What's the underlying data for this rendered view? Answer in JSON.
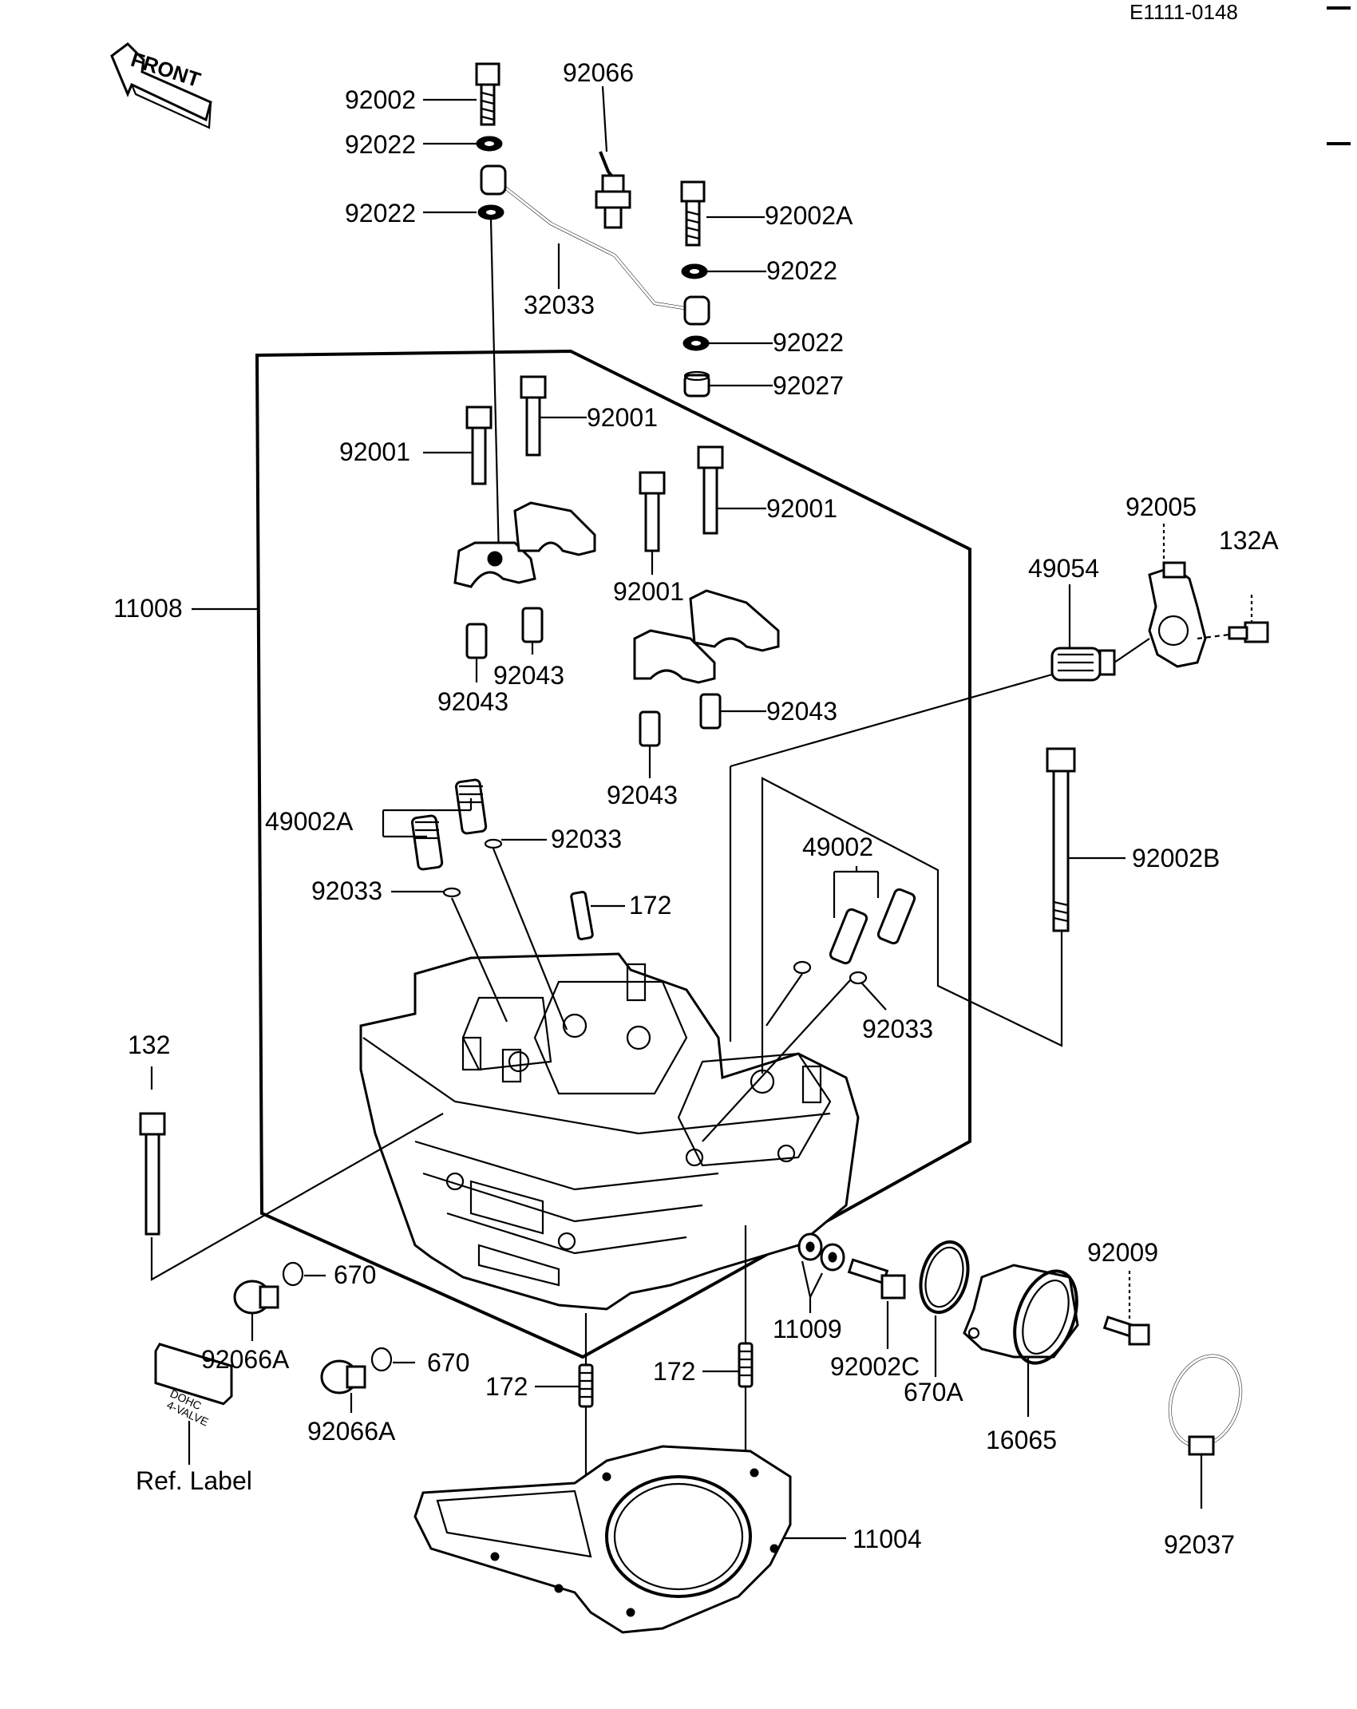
{
  "diagram_code": "E1111-0148",
  "front_text": "FRONT",
  "label_plate_text": [
    "DOHC",
    "4-VALVE"
  ],
  "labels": {
    "p92002": "92002",
    "p92066": "92066",
    "p92022_a": "92022",
    "p92022_b": "92022",
    "p92002A": "92002A",
    "p92022_c": "92022",
    "p32033": "32033",
    "p92022_d": "92022",
    "p92027": "92027",
    "p92001_a": "92001",
    "p92001_b": "92001",
    "p92001_c": "92001",
    "p92001_d": "92001",
    "p92005": "92005",
    "p132A": "132A",
    "p49054": "49054",
    "p11008": "11008",
    "p92043_a": "92043",
    "p92043_b": "92043",
    "p92043_c": "92043",
    "p92043_d": "92043",
    "p49002A": "49002A",
    "p92033_a": "92033",
    "p92033_b": "92033",
    "p172_a": "172",
    "p49002": "49002",
    "p92002B": "92002B",
    "p92033_c": "92033",
    "p132": "132",
    "p670_a": "670",
    "p92009": "92009",
    "p92066A_a": "92066A",
    "p670_b": "670",
    "p11009": "11009",
    "p92002C": "92002C",
    "p670A": "670A",
    "p172_b": "172",
    "p172_c": "172",
    "p92066A_b": "92066A",
    "p16065": "16065",
    "p_ref_label": "Ref. Label",
    "p11004": "11004",
    "p92037": "92037"
  }
}
